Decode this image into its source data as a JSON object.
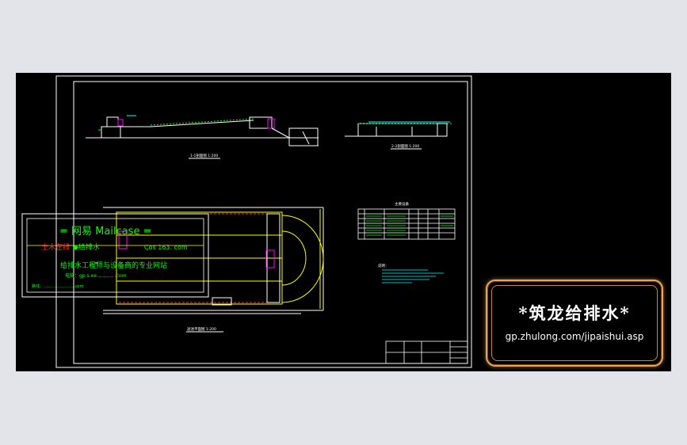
{
  "app": {
    "background": "#e3e4ea",
    "canvas_background": "#000000"
  },
  "drawing": {
    "section1_caption": "1-1剖面图 1:200",
    "section2_caption": "2-2剖面图 1:200",
    "plan_caption": "滤池平面图 1:200",
    "table_title": "主要设备",
    "notes_heading": "说明："
  },
  "overlay_watermark": {
    "line1": "= 网易 Mailcase =",
    "line2_red": "土木在线",
    "line2_green": "◆给排水",
    "line2_email": "Cos 163. com",
    "line3": "给排水工程师与设备商的专业网站",
    "line4": "电脑：gp.s.ee..,..,.,..,  .com",
    "line5": "路线：.........................com"
  },
  "badge": {
    "title": "*筑龙给排水*",
    "url": "gp.zhulong.com/jipaishui.asp"
  },
  "colors": {
    "cad_white": "#ffffff",
    "cad_yellow": "#ffff00",
    "cad_green": "#00ff00",
    "cad_cyan": "#00ffff",
    "cad_magenta": "#ff00ff",
    "cad_red": "#ff3030",
    "badge_border": "#e8a55a"
  }
}
